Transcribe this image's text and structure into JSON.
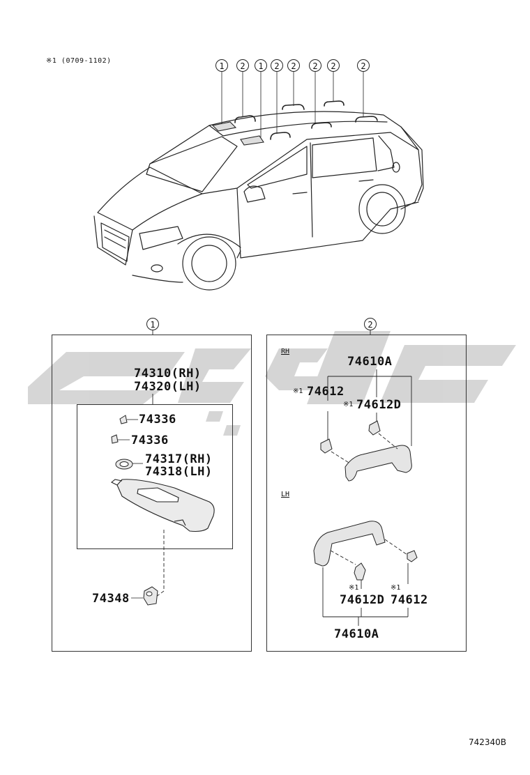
{
  "header_note": "※1 (0709-1102)",
  "car_callouts": [
    "1",
    "2",
    "1",
    "2",
    "2",
    "2",
    "2",
    "2"
  ],
  "panel_1": {
    "callout": "1",
    "parts": {
      "visor_rh": "74310(RH)",
      "visor_lh": "74320(LH)",
      "clip_a": "74336",
      "clip_b": "74336",
      "holder_rh": "74317(RH)",
      "holder_lh": "74318(LH)",
      "hook": "74348"
    }
  },
  "panel_2": {
    "callout": "2",
    "rh_label": "RH",
    "lh_label": "LH",
    "rh_parts": {
      "grip": "74610A",
      "cap_mark": "※1",
      "cap": "74612",
      "cap_d_mark": "※1",
      "cap_d": "74612D"
    },
    "lh_parts": {
      "cap_d_mark": "※1",
      "cap_d": "74612D",
      "cap_mark": "※1",
      "cap": "74612",
      "grip": "74610A"
    }
  },
  "doc_id": "742340B",
  "watermark_color": "#c8c8c8"
}
